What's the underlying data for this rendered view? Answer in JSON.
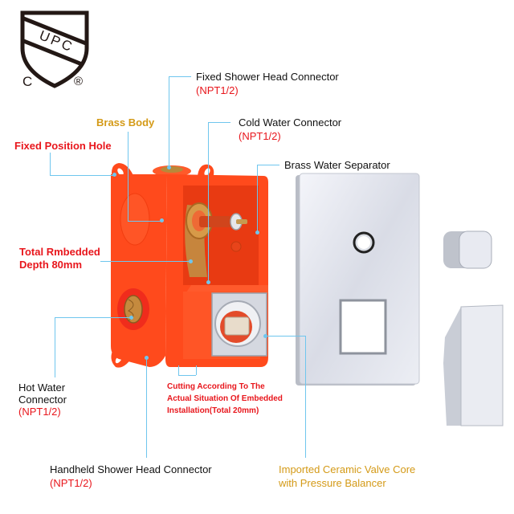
{
  "certification": {
    "mark": "UPC",
    "left_letter": "C",
    "registered": "®"
  },
  "colors": {
    "leader_line": "#6fc6ee",
    "label_black": "#111111",
    "label_red": "#e8161c",
    "label_gold": "#d49a17",
    "box_orange": "#ff4a1c",
    "chrome": "#dfe2ea"
  },
  "labels": {
    "fixed_shower_head": {
      "title": "Fixed Shower Head Connector",
      "spec": "(NPT1/2)"
    },
    "brass_body": {
      "title": "Brass Body"
    },
    "cold_water": {
      "title": "Cold Water Connector",
      "spec": "(NPT1/2)"
    },
    "fixed_position_hole": {
      "title": "Fixed Position Hole"
    },
    "brass_water_separator": {
      "title": "Brass Water Separator"
    },
    "embedded_depth": {
      "line1": "Total Rmbedded",
      "line2": "Depth 80mm"
    },
    "hot_water": {
      "line1": "Hot Water",
      "line2": "Connector",
      "spec": "(NPT1/2)"
    },
    "cutting_note": {
      "line1": "Cutting According To The",
      "line2": "Actual Situation Of Embedded",
      "line3": "Installation(Total 20mm)"
    },
    "handheld_shower_head": {
      "title": "Handheld Shower Head Connector",
      "spec": "(NPT1/2)"
    },
    "valve_core": {
      "line1": "Imported Ceramic Valve Core",
      "line2": "with Pressure Balancer"
    }
  }
}
